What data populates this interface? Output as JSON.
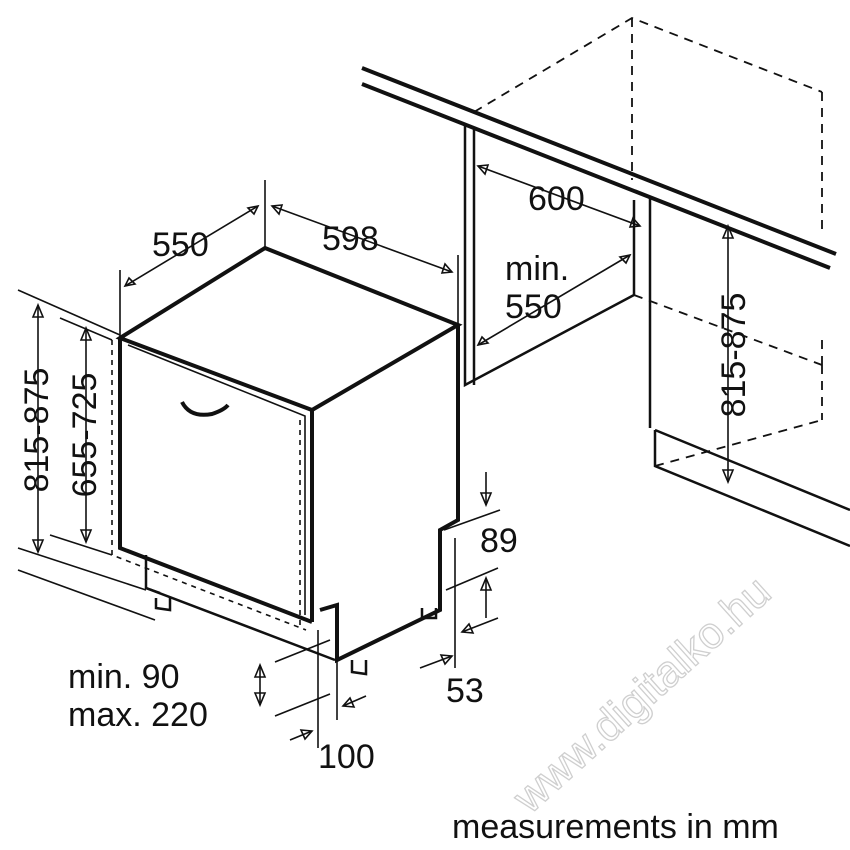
{
  "dimensions": {
    "depth_total": "550",
    "width": "598",
    "niche_width": "600",
    "niche_depth_line1": "min.",
    "niche_depth_line2": "550",
    "niche_height": "815-875",
    "height_total": "815-875",
    "height_door": "655-725",
    "toe_kick_top": "89",
    "toe_kick_bottom": "53",
    "plinth_line1": "min. 90",
    "plinth_line2": "max. 220",
    "plinth_depth": "100"
  },
  "footer": {
    "units_note": "measurements in mm"
  },
  "watermark": {
    "text": "www.digitalko.hu"
  }
}
